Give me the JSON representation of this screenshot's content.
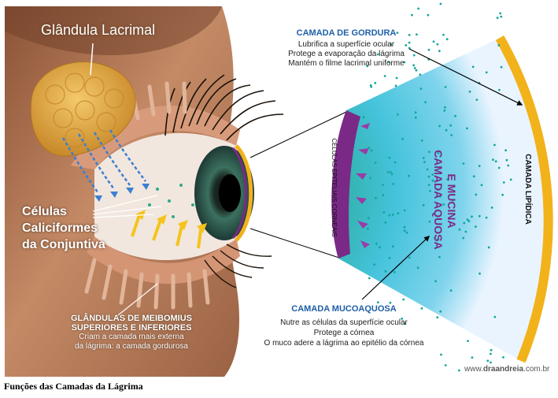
{
  "labels": {
    "gland_title": "Glândula Lacrimal",
    "goblet_lines": [
      "Células",
      "Caliciformes",
      "da Conjuntiva"
    ],
    "meibomius_title_lines": [
      "GLÂNDULAS DE MEIBOMIUS",
      "SUPERIORES E INFERIORES"
    ],
    "meibomius_desc_lines": [
      "Criam a camada mais externa",
      "da lágrima: a camada gordurosa"
    ],
    "gordura_title": "CAMADA DE GORDURA",
    "gordura_lines": [
      "Lubrifica a superfície ocular",
      "Protege a evaporação da lágrima",
      "Mantém o filme lacrimal uniforme"
    ],
    "mucoaquosa_title": "CAMADA MUCOAQUOSA",
    "mucoaquosa_lines": [
      "Nutre as células da superfície ocular",
      "Protege a córnea",
      "O muco adere a lágrima ao epitélio da córnea"
    ],
    "aquosa_lines": [
      "CAMADA AQUOSA",
      "E MUCINA"
    ],
    "lipidica": "CAMADA LIPÍDICA",
    "epiteliais": "CÉLULAS EPITELIAIS CORNEAIS",
    "website_prefix": "www.",
    "website_brand": "draandreia",
    "website_suffix": ".com.br",
    "caption": "Funções das Camadas da Lágrima"
  },
  "colors": {
    "title_blue": "#1f5fa8",
    "mucin_purple": "#7a2a86",
    "lipid_gold": "#f2b21a",
    "aqueous_teal": "#31b9c9",
    "skin": "#b47a58"
  }
}
